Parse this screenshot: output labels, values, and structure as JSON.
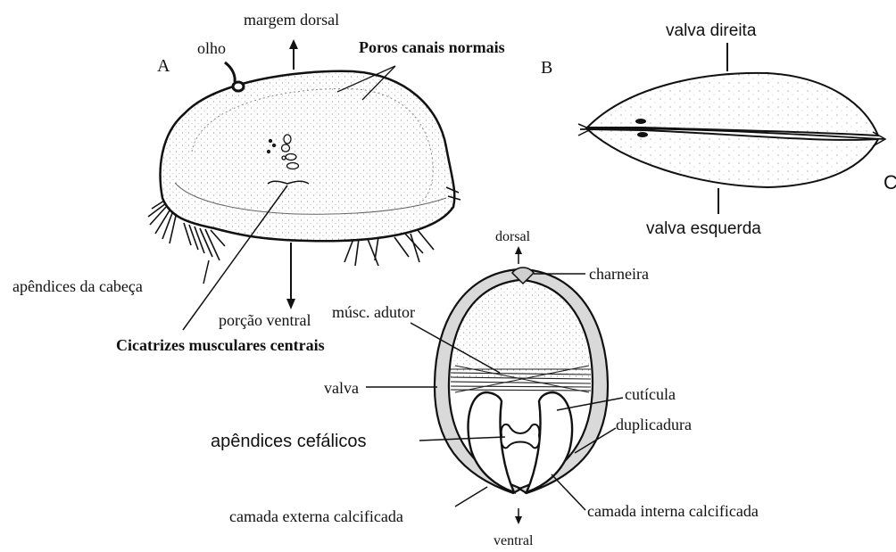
{
  "panel_a": {
    "letter": "A",
    "labels": {
      "margem_dorsal": "margem dorsal",
      "olho": "olho",
      "poros": "Poros canais normais",
      "apendices_cabeca": "apêndices da cabeça",
      "porcao_ventral": "porção ventral",
      "cicatrizes": "Cicatrizes musculares centrais"
    }
  },
  "panel_b": {
    "letter": "B",
    "labels": {
      "valva_direita": "valva direita",
      "valva_esquerda": "valva esquerda"
    }
  },
  "panel_c": {
    "letter_fragment": "C",
    "labels": {
      "dorsal": "dorsal",
      "charneira": "charneira",
      "musc_adutor": "músc. adutor",
      "valva": "valva",
      "cuticula": "cutícula",
      "duplicadura": "duplicadura",
      "apendices_cefalicos": "apêndices cefálicos",
      "camada_externa": "camada externa calcificada",
      "camada_interna": "camada interna calcificada",
      "ventral": "ventral"
    }
  }
}
